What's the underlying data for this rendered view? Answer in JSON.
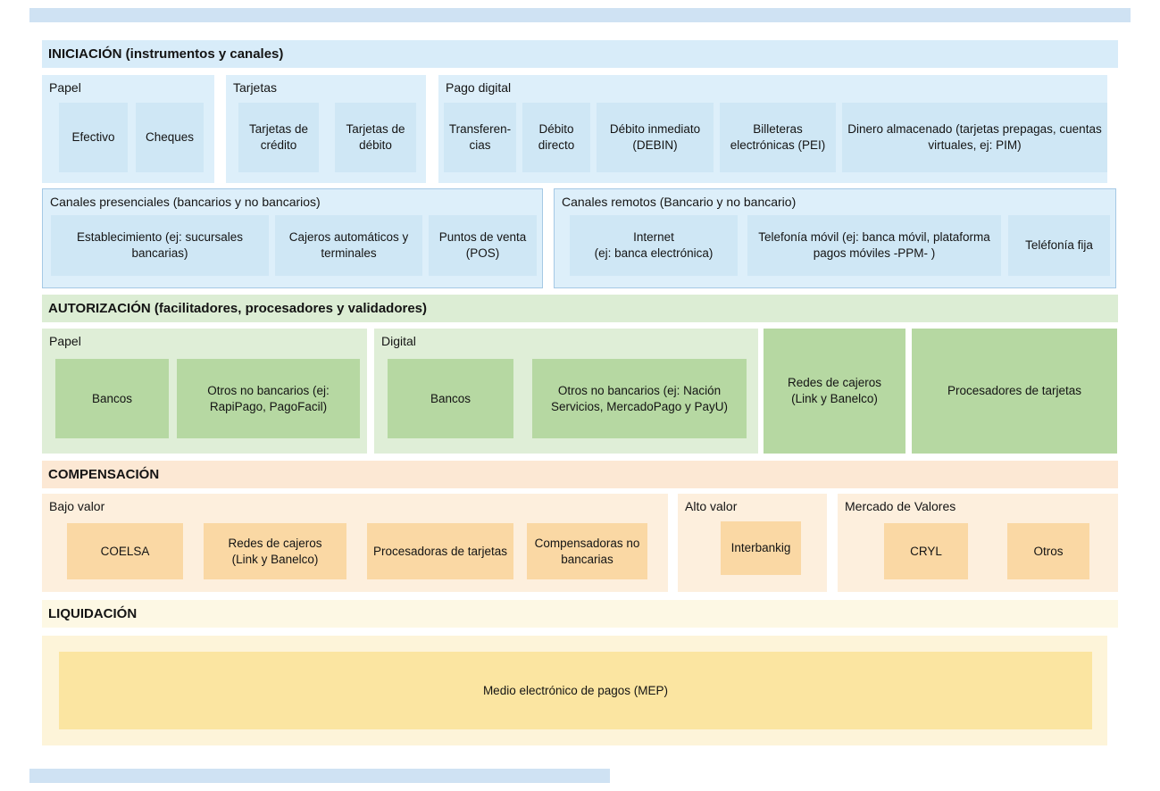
{
  "colors": {
    "bar_blue": "#cfe2f3",
    "blue_band": "#d8ecf9",
    "blue_container": "#ddeffa",
    "blue_box": "#cfe7f5",
    "blue_border": "#a5c9e5",
    "green_band": "#dcedd4",
    "green_container": "#dfeed7",
    "green_box": "#b6d8a2",
    "orange_band": "#fce8d4",
    "orange_container": "#fdefdd",
    "orange_box": "#fad8a4",
    "yellow_band": "#fdf8e4",
    "yellow_container": "#fdf4d9",
    "yellow_box": "#fbe5a1",
    "text": "#141414"
  },
  "sections": {
    "iniciacion": {
      "title": "INICIACIÓN (instrumentos y canales)",
      "papel": {
        "label": "Papel",
        "items": [
          "Efectivo",
          "Cheques"
        ]
      },
      "tarjetas": {
        "label": "Tarjetas",
        "items": [
          "Tarjetas de crédito",
          "Tarjetas de débito"
        ]
      },
      "pago_digital": {
        "label": "Pago digital",
        "items": [
          "Transferen-\ncias",
          "Débito directo",
          "Débito inmediato (DEBIN)",
          "Billeteras electrónicas (PEI)",
          "Dinero almacenado (tarjetas prepagas, cuentas virtuales, ej: PIM)"
        ]
      },
      "canales_presenciales": {
        "label": "Canales presenciales (bancarios y no bancarios)",
        "items": [
          "Establecimiento (ej: sucursales bancarias)",
          "Cajeros automáticos y terminales",
          "Puntos de venta (POS)"
        ]
      },
      "canales_remotos": {
        "label": "Canales remotos (Bancario y no bancario)",
        "items": [
          "Internet\n(ej: banca electrónica)",
          "Telefonía móvil  (ej: banca móvil, plataforma pagos móviles -PPM- )",
          "Teléfonía fija"
        ]
      }
    },
    "autorizacion": {
      "title": "AUTORIZACIÓN (facilitadores, procesadores y validadores)",
      "papel": {
        "label": "Papel",
        "items": [
          "Bancos",
          "Otros no bancarios (ej: RapiPago, PagoFacil)"
        ]
      },
      "digital": {
        "label": "Digital",
        "items": [
          "Bancos",
          "Otros no bancarios (ej: Nación Servicios, MercadoPago y PayU)"
        ]
      },
      "standalone": [
        "Redes de cajeros\n(Link y Banelco)",
        "Procesadores de tarjetas"
      ]
    },
    "compensacion": {
      "title": "COMPENSACIÓN",
      "bajo_valor": {
        "label": "Bajo valor",
        "items": [
          "COELSA",
          "Redes de cajeros\n(Link y Banelco)",
          "Procesadoras de tarjetas",
          "Compensadoras no bancarias"
        ]
      },
      "alto_valor": {
        "label": "Alto valor",
        "items": [
          "Interbankig"
        ]
      },
      "mercado_valores": {
        "label": "Mercado de Valores",
        "items": [
          "CRYL",
          "Otros"
        ]
      }
    },
    "liquidacion": {
      "title": "LIQUIDACIÓN",
      "items": [
        "Medio electrónico de pagos (MEP)"
      ]
    }
  }
}
